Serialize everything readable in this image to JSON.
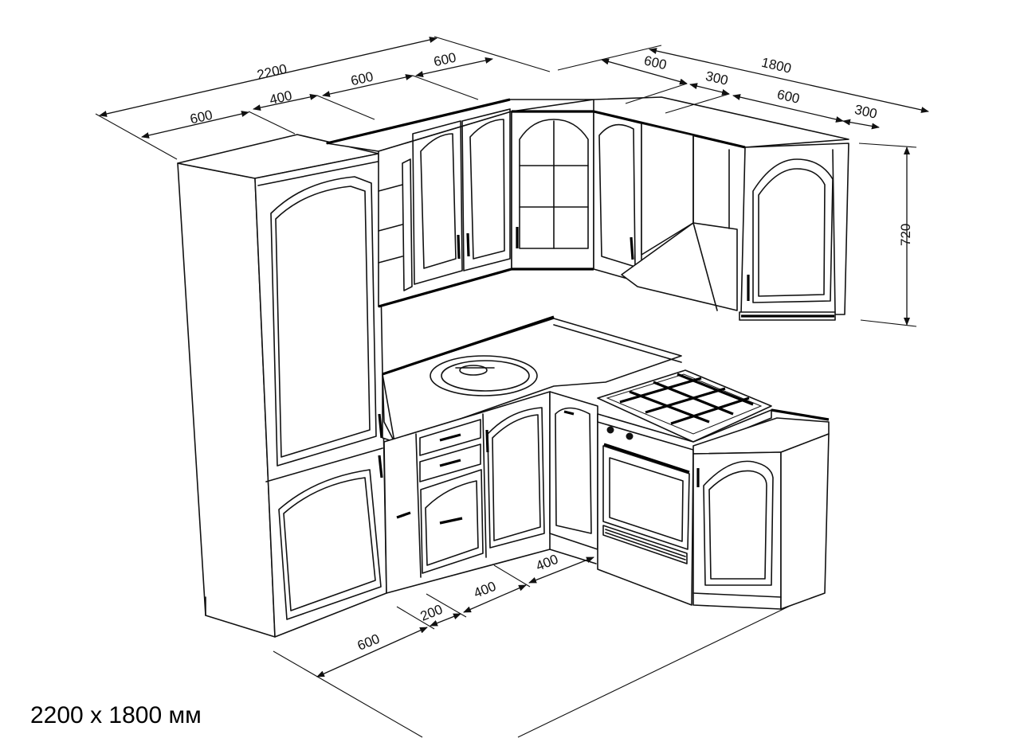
{
  "caption": "2200 x 1800 мм",
  "dimensions": {
    "total_left": "2200",
    "total_right": "1800",
    "upper_left_1": "600",
    "upper_left_2": "400",
    "upper_left_3": "600",
    "upper_left_4": "600",
    "upper_right_1": "600",
    "upper_right_2": "300",
    "upper_right_3": "600",
    "upper_right_4": "300",
    "height_upper": "720",
    "lower_1": "600",
    "lower_2": "200",
    "lower_3": "400",
    "lower_4": "400"
  }
}
